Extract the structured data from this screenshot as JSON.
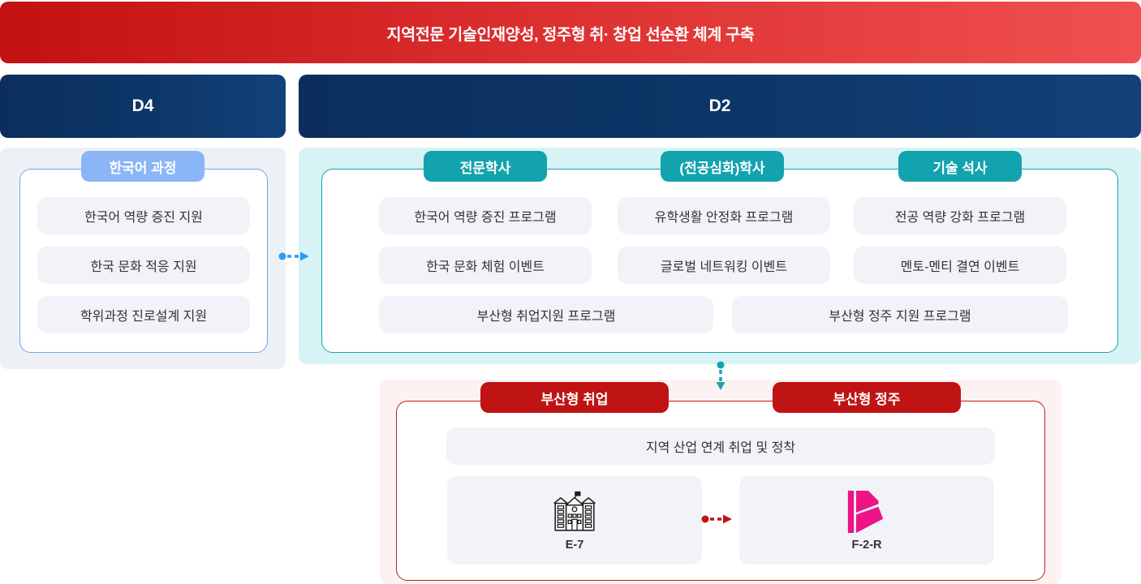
{
  "header": {
    "title": "지역전문 기술인재양성, 정주형 취· 창업 선순환 체계 구축"
  },
  "tracks": {
    "d4": {
      "label": "D4"
    },
    "d2": {
      "label": "D2"
    }
  },
  "korean_course": {
    "badge": "한국어 과정",
    "items": [
      "한국어 역량 증진 지원",
      "한국 문화 적응 지원",
      "학위과정 진로설계 지원"
    ]
  },
  "d2_panel": {
    "badges": [
      "전문학사",
      "(전공심화)학사",
      "기술 석사"
    ],
    "columns": [
      [
        "한국어 역량 증진 프로그램",
        "한국 문화 체험 이벤트"
      ],
      [
        "유학생활 안정화 프로그램",
        "글로벌 네트워킹 이벤트"
      ],
      [
        "전공 역량 강화 프로그램",
        "멘토-멘티 결연 이벤트"
      ]
    ],
    "bottom_items": [
      "부산형 취업지원 프로그램",
      "부산형 정주 지원 프로그램"
    ]
  },
  "busan_panel": {
    "badges": [
      "부산형 취업",
      "부산형 정주"
    ],
    "item": "지역 산업 연계 취업 및 정착",
    "visas": [
      {
        "label": "E-7",
        "icon": "campus-building-icon"
      },
      {
        "label": "F-2-R",
        "icon": "busan-b-logo-icon"
      }
    ]
  },
  "icons": {
    "flow_left_to_right": "blue-dashed-arrow-icon",
    "flow_down": "teal-dashed-arrow-icon",
    "flow_e7_to_f2r": "red-dashed-arrow-icon"
  },
  "colors": {
    "banner_red_start": "#c21111",
    "banner_red_end": "#f15050",
    "track_navy_start": "#0b2e5d",
    "track_navy_end": "#124179",
    "korean_panel_bg": "#edf1f6",
    "korean_badge_blue": "#8ab5f7",
    "korean_border_blue": "#6ba6f3",
    "d2_panel_bg": "#d8f3f5",
    "teal_badge": "#12a3ae",
    "busan_panel_bg": "#fdf2f2",
    "red_badge": "#c01313",
    "pill_bg": "#f1f3f8",
    "busan_logo_pink": "#ee1386",
    "arrow_blue": "#2d9cf4",
    "arrow_teal": "#13a4ae",
    "arrow_red": "#c31414"
  }
}
